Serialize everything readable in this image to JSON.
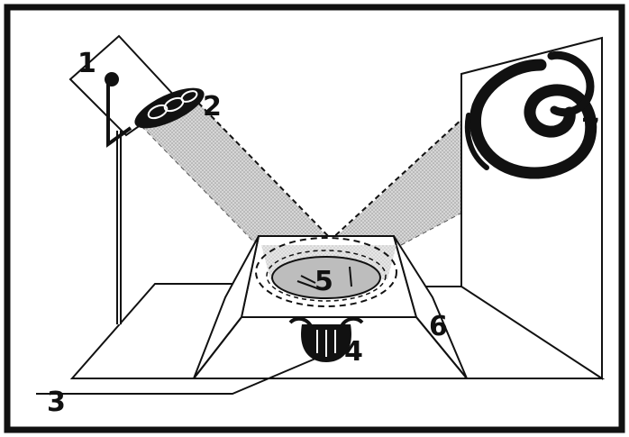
{
  "labels": {
    "n1": "1",
    "n2": "2",
    "n3": "3",
    "n4": "4",
    "n5": "5",
    "n6": "6",
    "n7": "7"
  },
  "colors": {
    "ink": "#111111",
    "beam": "#c9c9c9",
    "background": "#ffffff"
  }
}
